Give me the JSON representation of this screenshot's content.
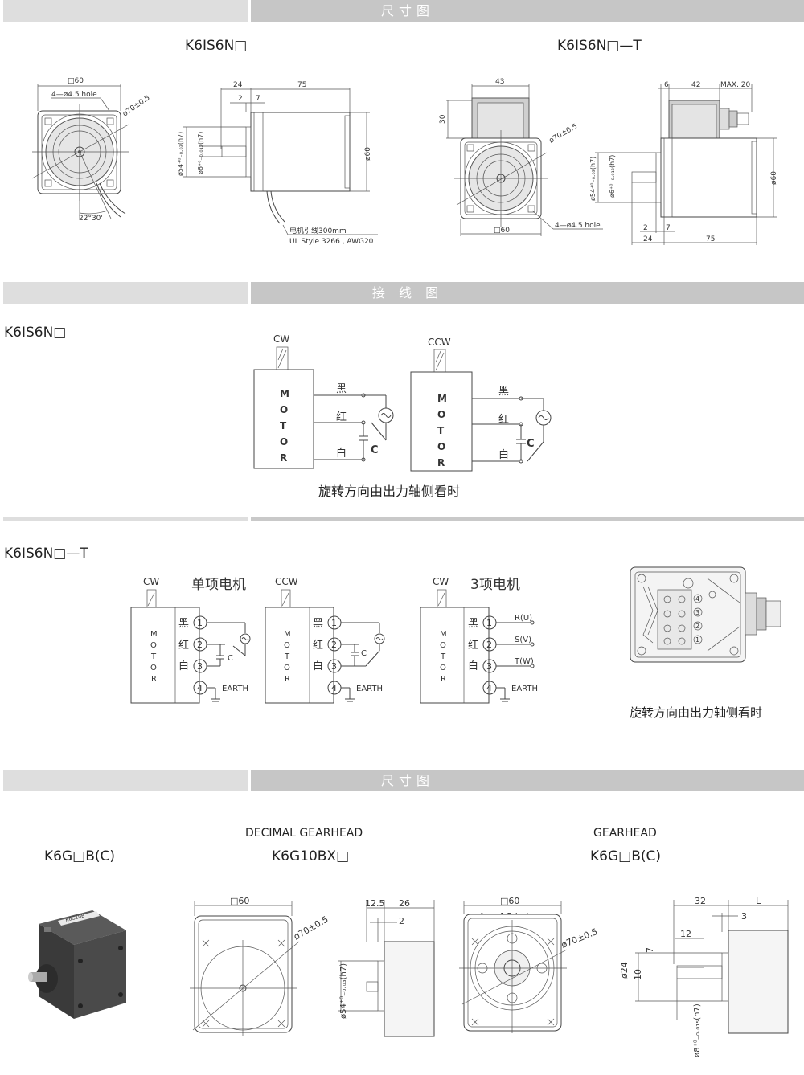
{
  "sections": {
    "dimension_title": "尺寸图",
    "wiring_title": "接 线 图",
    "gear_dimension_title": "尺寸图"
  },
  "dims_motor": {
    "model_a": "K6IS6N□",
    "model_b": "K6IS6N□—T",
    "sq60": "□60",
    "hole": "4—ø4.5 hole",
    "pcd": "ø70±0.5",
    "d24": "24",
    "d75": "75",
    "d2": "2",
    "d7": "7",
    "d30": "30",
    "d43": "43",
    "d6": "6",
    "d42": "42",
    "max20": "MAX. 20",
    "phi60": "ø60",
    "phi54": "ø54⁺⁰₋₀.₀₃(h7)",
    "phi6": "ø6⁺⁰₋₀.₀₁₂(h7)",
    "angle": "22°30'",
    "lead1": "电机引线300mm",
    "lead2": "UL Style 3266 , AWG20"
  },
  "wiring_a": {
    "model": "K6IS6N□",
    "cw": "CW",
    "ccw": "CCW",
    "motor_letters": [
      "M",
      "O",
      "T",
      "O",
      "R"
    ],
    "black": "黑",
    "red": "红",
    "white": "白",
    "cap": "C",
    "note": "旋转方向由出力轴侧看时"
  },
  "wiring_b": {
    "model": "K6IS6N□—T",
    "cw": "CW",
    "ccw": "CCW",
    "single": "单项电机",
    "three": "3项电机",
    "motor_letters": [
      "M",
      "O",
      "T",
      "O",
      "R"
    ],
    "black": "黑",
    "red": "红",
    "white": "白",
    "nums": [
      "1",
      "2",
      "3",
      "4"
    ],
    "cap": "C",
    "earth": "EARTH",
    "ru": "R(U)",
    "sv": "S(V)",
    "tw": "T(W)",
    "note": "旋转方向由出力轴侧看时"
  },
  "gear": {
    "photo_model": "K6G□B(C)",
    "decimal": "DECIMAL  GEARHEAD",
    "decimal_model": "K6G10BX□",
    "gearhead": "GEARHEAD",
    "gearhead_model": "K6G□B(C)",
    "sq60": "□60",
    "hole": "4—ø4.5 hole",
    "pcd": "ø70±0.5",
    "d125": "12.5",
    "d26": "26",
    "d2": "2",
    "phi54": "ø54⁺⁰₋₀.₀₃(h7)",
    "d32": "32",
    "L": "L",
    "d3": "3",
    "d12": "12",
    "d7": "7",
    "phi24": "ø24",
    "d10": "10",
    "phi8": "ø8⁺⁰₋₀.₀₁₅(h7)",
    "plate": "K6G10B"
  }
}
